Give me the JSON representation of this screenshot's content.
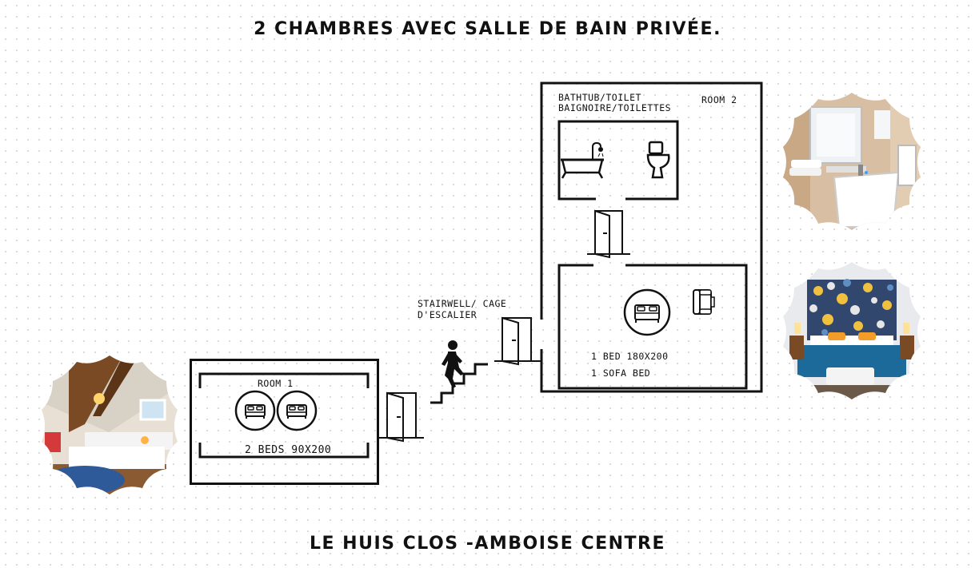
{
  "header": {
    "title": "2 CHAMBRES AVEC SALLE DE BAIN PRIVÉE."
  },
  "footer": {
    "title": "LE HUIS CLOS -AMBOISE CENTRE"
  },
  "room1": {
    "label": "ROOM 1",
    "beds": "2 BEDS 90X200"
  },
  "room2": {
    "label": "ROOM 2",
    "bathroom_line1": "BATHTUB/TOILET",
    "bathroom_line2": "BAIGNOIRE/TOILETTES",
    "bed": "1 BED 180X200",
    "sofa": "1 SOFA BED"
  },
  "stairwell": {
    "line1": "STAIRWELL/ CAGE",
    "line2": "D'ESCALIER"
  },
  "icons": [
    "bathtub-icon",
    "toilet-icon",
    "door-icon",
    "double-bed-icon",
    "single-bed-icon",
    "armchair-icon",
    "person-climbing-stairs-icon"
  ],
  "photos": [
    "attic-room-photo",
    "bathroom-photo",
    "bedroom-photo"
  ]
}
